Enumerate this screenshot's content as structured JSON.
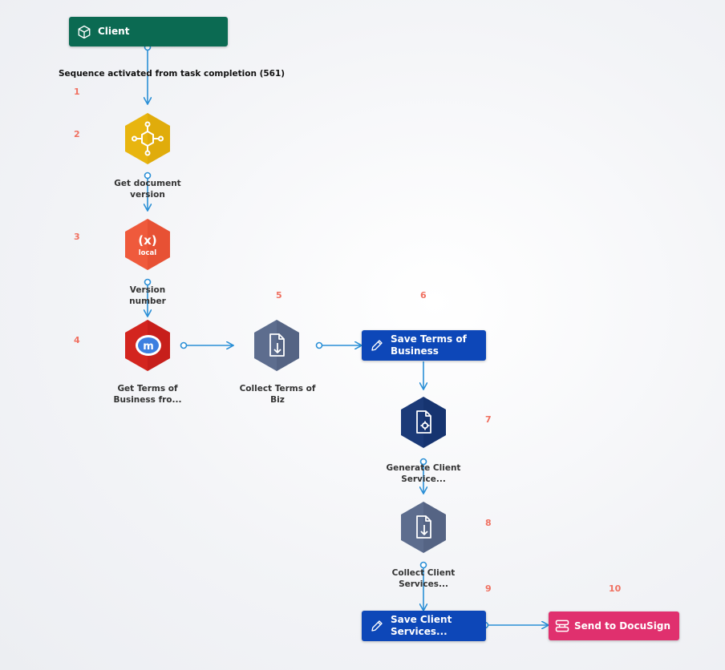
{
  "trigger": {
    "text": "Sequence activated from task completion (561)"
  },
  "steps": [
    "1",
    "2",
    "3",
    "4",
    "5",
    "6",
    "7",
    "8",
    "9",
    "10"
  ],
  "nodes": {
    "client": {
      "label": "Client",
      "color": "#0b6a52",
      "icon": "cube-icon"
    },
    "get_document_version": {
      "label": "Get document version",
      "color": "#e8b50f",
      "icon": "hub-icon"
    },
    "version_number": {
      "label": "Version number",
      "color": "#ef5a3c",
      "icon": "variable-icon",
      "badge": "local"
    },
    "get_terms": {
      "label": "Get Terms of Business fro...",
      "color": "#d3251f",
      "icon": "imanage-icon"
    },
    "collect_terms": {
      "label": "Collect Terms of Biz",
      "color": "#5d6d8e",
      "icon": "document-download-icon"
    },
    "save_terms": {
      "label": "Save Terms of Business",
      "color": "#0d47b8",
      "icon": "pencil-icon"
    },
    "generate_client": {
      "label": "Generate Client Service...",
      "color": "#1b3a78",
      "icon": "document-gear-icon"
    },
    "collect_client": {
      "label": "Collect Client Services...",
      "color": "#5d6d8e",
      "icon": "document-download-icon"
    },
    "save_client": {
      "label": "Save Client Services...",
      "color": "#0d47b8",
      "icon": "pencil-icon"
    },
    "send_docusign": {
      "label": "Send to DocuSign",
      "color": "#e0306e",
      "icon": "docusign-icon"
    }
  },
  "edge_color": "#2a8fd6"
}
